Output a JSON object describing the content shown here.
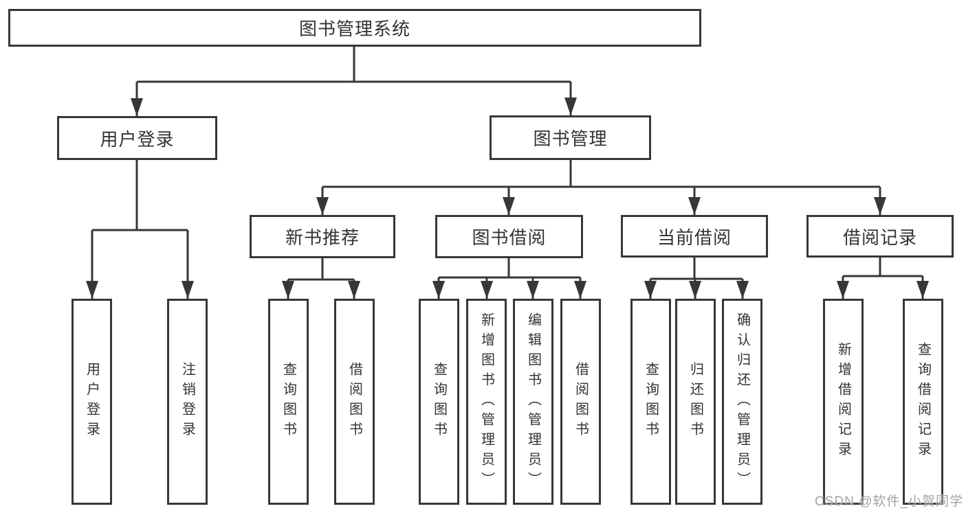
{
  "colors": {
    "line": "#373737",
    "box_border": "#373737",
    "text": "#333333",
    "watermark": "#a3a3a3",
    "background": "#ffffff"
  },
  "tree": {
    "label": "图书管理系统",
    "children": [
      {
        "label": "用户登录",
        "children": [
          {
            "label": "用户登录"
          },
          {
            "label": "注销登录"
          }
        ]
      },
      {
        "label": "图书管理",
        "children": [
          {
            "label": "新书推荐",
            "children": [
              {
                "label": "查询图书"
              },
              {
                "label": "借阅图书"
              }
            ]
          },
          {
            "label": "图书借阅",
            "children": [
              {
                "label": "查询图书"
              },
              {
                "label": "新增图书（管理员）"
              },
              {
                "label": "编辑图书（管理员）"
              },
              {
                "label": "借阅图书"
              }
            ]
          },
          {
            "label": "当前借阅",
            "children": [
              {
                "label": "查询图书"
              },
              {
                "label": "归还图书"
              },
              {
                "label": "确认归还（管理员）"
              }
            ]
          },
          {
            "label": "借阅记录",
            "children": [
              {
                "label": "新增借阅记录"
              },
              {
                "label": "查询借阅记录"
              }
            ]
          }
        ]
      }
    ]
  },
  "watermark": {
    "text": "CSDN @软件_小贺同学"
  }
}
